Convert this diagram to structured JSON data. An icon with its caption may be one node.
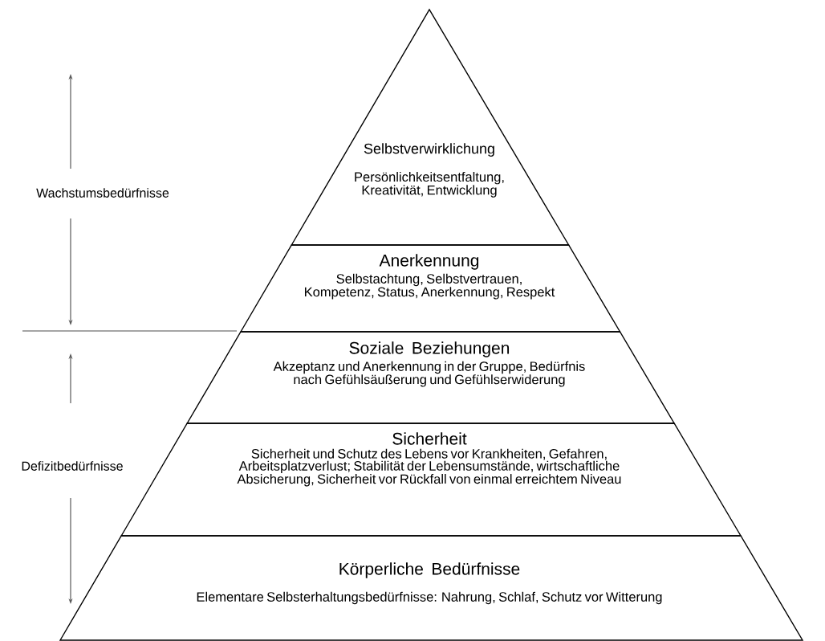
{
  "diagram": {
    "nodes": [
      {
        "text": [
          "Selbstverwirklichung",
          "Persönlichkeitsentfaltung, Kreativität, Entwicklung"
        ]
      },
      {
        "text": [
          "Anerkennung",
          "Selbstachtung, Selbstvertrauen, Kompetenz, Status, Anerkennung, Respekt"
        ]
      },
      {
        "text": [
          "Soziale Beziehungen",
          "Akzeptanz und Anerkennung in der Gruppe, Bedürfnis nach Gefühlsäußerung und Gefühlserwiderung"
        ]
      },
      {
        "text": [
          "Sicherheit",
          "Sicherheit und Schutz des Lebens vor Krankheiten, Gefahren, Arbeitsplatzverlust; Stabilität der Lebensumstände, wirtschaftliche Absicherung, Sicherheit vor Rückfall von einmal erreichtem Niveau"
        ]
      },
      {
        "text": [
          "Körperliche Bedürfnisse",
          "Elementare Selbsterhaltungsbedürfnisse: Nahrung, Schlaf, Schutz vor Witterung"
        ]
      }
    ],
    "labels": [
      "Wachstumsbedürfnisse",
      "Defizitbedürfnisse"
    ]
  }
}
